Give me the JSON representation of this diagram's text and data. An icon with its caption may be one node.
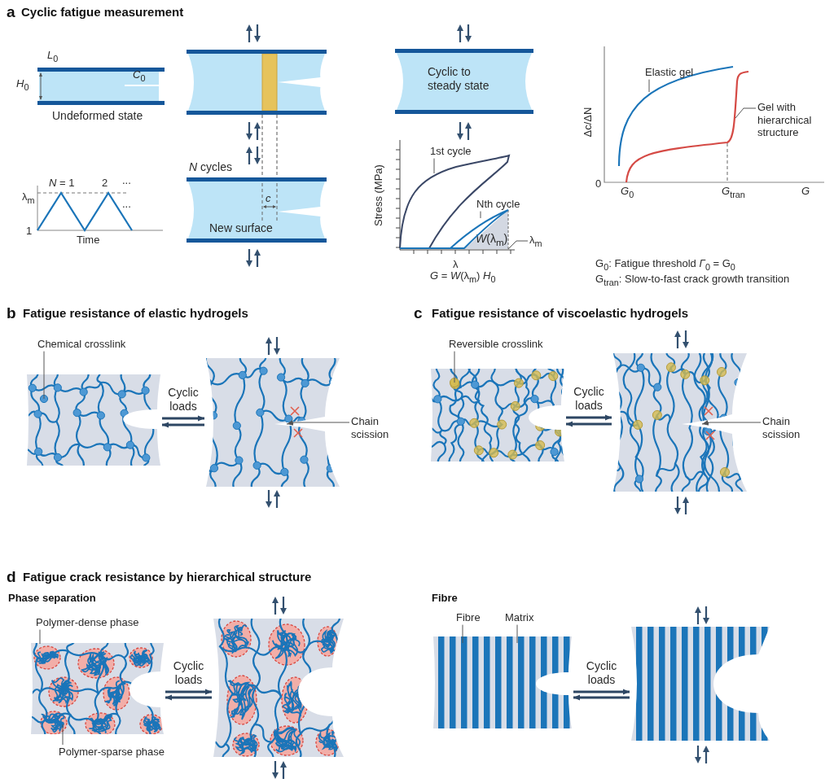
{
  "diagram": {
    "nodes": [
      {
        "text": [],
        "shape": "picture",
        "beside": [
          "Undeformed state"
        ]
      },
      {
        "text": [],
        "shape": "picture"
      },
      {
        "text": [
          "New surface"
        ],
        "beside": [
          "*N* cycles"
        ]
      },
      {
        "text": [
          "Cyclic to steady state"
        ]
      },
      {
        "text": [
          "1st cycle"
        ]
      },
      {
        "text": [
          "Nth cycle"
        ]
      },
      {
        "text": [
          "λ$_{m}$"
        ]
      },
      {
        "text": [
          "Elastic gel"
        ]
      },
      {
        "text": [
          "Gel with hierarchical structure"
        ]
      },
      {
        "text": [],
        "shape": "picture"
      },
      {
        "text": [],
        "shape": "picture"
      },
      {
        "text": [
          "Chemical crosslink"
        ]
      },
      {
        "text": [
          "Chain scission"
        ]
      },
      {
        "text": [],
        "shape": "picture"
      },
      {
        "text": [],
        "shape": "picture"
      },
      {
        "text": [
          "Reversible crosslink"
        ]
      },
      {
        "text": [
          "Chain scission"
        ]
      },
      {
        "text": [],
        "shape": "picture"
      },
      {
        "text": [],
        "shape": "picture"
      },
      {
        "text": [
          "Polymer-dense phase"
        ]
      },
      {
        "text": [
          "Polymer-sparse phase"
        ]
      },
      {
        "text": [],
        "shape": "picture"
      },
      {
        "text": [],
        "shape": "picture"
      },
      {
        "text": [
          "Fibre"
        ]
      },
      {
        "text": [
          "Matrix"
        ]
      },
      {
        "text": [
          "*W*(λ$_{m}$)"
        ]
      }
    ],
    "edges": [
      {
        "from": 4,
        "to": null,
        "arrow": "none"
      },
      {
        "from": 5,
        "to": 25,
        "arrow": "none"
      },
      {
        "from": 6,
        "to": 25,
        "arrow": "none"
      },
      {
        "from": 7,
        "to": null,
        "arrow": "none"
      },
      {
        "from": 8,
        "to": null,
        "arrow": "none"
      },
      {
        "from": 9,
        "to": 10,
        "arrow": "to",
        "label": "Cyclic loads",
        "style": "thick",
        "color": "#2d4663"
      },
      {
        "from": 10,
        "to": 9,
        "arrow": "to",
        "style": "thick",
        "color": "#2d4663"
      },
      {
        "from": 11,
        "to": 9,
        "arrow": "none"
      },
      {
        "from": 12,
        "to": 10,
        "arrow": "to"
      },
      {
        "from": 13,
        "to": 14,
        "arrow": "to",
        "label": "Cyclic loads",
        "style": "thick",
        "color": "#2d4663"
      },
      {
        "from": 14,
        "to": 13,
        "arrow": "to",
        "style": "thick",
        "color": "#2d4663"
      },
      {
        "from": 15,
        "to": 13,
        "arrow": "none"
      },
      {
        "from": 16,
        "to": 14,
        "arrow": "to"
      },
      {
        "from": 17,
        "to": 18,
        "arrow": "to",
        "label": "Cyclic loads",
        "style": "thick",
        "color": "#2d4663"
      },
      {
        "from": 18,
        "to": 17,
        "arrow": "to",
        "style": "thick",
        "color": "#2d4663"
      },
      {
        "from": 19,
        "to": 17,
        "arrow": "none"
      },
      {
        "from": 20,
        "to": 17,
        "arrow": "none"
      },
      {
        "from": 21,
        "to": 22,
        "arrow": "to",
        "label": "Cyclic loads",
        "style": "thick",
        "color": "#2d4663"
      },
      {
        "from": 22,
        "to": 21,
        "arrow": "to",
        "style": "thick",
        "color": "#2d4663"
      },
      {
        "from": 23,
        "to": 21,
        "arrow": "none"
      },
      {
        "from": 24,
        "to": 21,
        "arrow": "none"
      },
      {
        "from": 1,
        "to": 2,
        "arrow": "none",
        "style": "dashed"
      },
      {
        "from": 1,
        "to": 2,
        "arrow": "none",
        "style": "dashed"
      }
    ],
    "labels": [
      "a",
      "Cyclic fatigue measurement",
      "*L*$_{0}$",
      "*H*$_{0}$",
      "*C*$_{0}$",
      "*N* = 1",
      "2",
      "...",
      "...",
      "λ$_{m}$",
      "1",
      "Time",
      "*c*",
      "Stress (MPa)",
      "λ",
      "*G* = *W*(λ$_{m}$) *H*$_{0}$",
      "Δc/ΔN",
      "0",
      "*G*$_{0}$",
      "*G*$_{tran}$",
      "*G*",
      "G$_{0}$: Fatigue threshold *Γ*$_{0}$ = G$_{0}$",
      "G$_{tran}$: Slow-to-fast crack growth transition",
      "b",
      "Fatigue resistance of elastic hydrogels",
      "c",
      "Fatigue resistance of viscoelastic hydrogels",
      "d",
      "Fatigue crack resistance by hierarchical structure",
      "Phase separation",
      "Fibre"
    ]
  }
}
